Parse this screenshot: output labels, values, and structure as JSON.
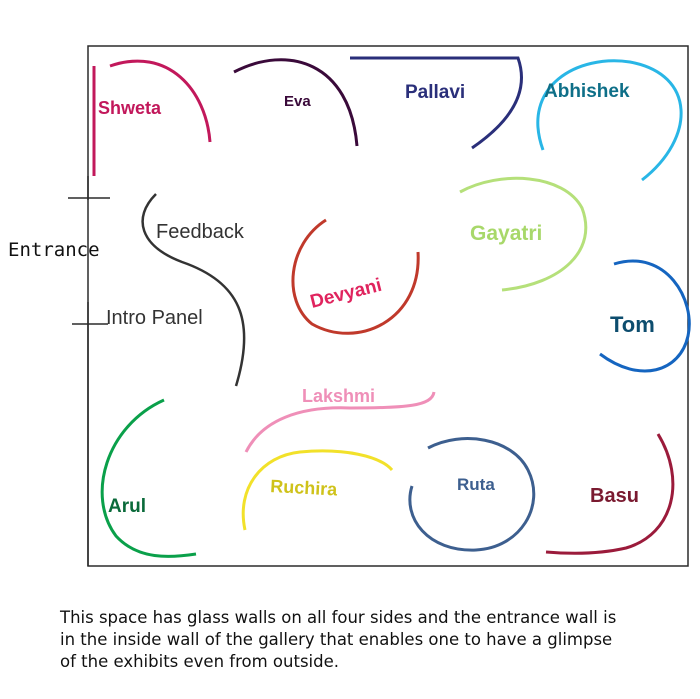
{
  "entrance_label": "Entrance",
  "features": {
    "feedback": "Feedback",
    "intro_panel": "Intro Panel"
  },
  "exhibits": {
    "shweta": "Shweta",
    "eva": "Eva",
    "pallavi": "Pallavi",
    "abhishek": "Abhishek",
    "gayatri": "Gayatri",
    "devyani": "Devyani",
    "tom": "Tom",
    "lakshmi": "Lakshmi",
    "arul": "Arul",
    "ruchira": "Ruchira",
    "ruta": "Ruta",
    "basu": "Basu"
  },
  "colors": {
    "shweta": "#c2185b",
    "eva": "#3a0a3a",
    "pallavi": "#2a2f7a",
    "abhishek": "#29b6e6",
    "gayatri": "#b5e07a",
    "devyani": "#c0392b",
    "devyani_label": "#e0245e",
    "tom": "#1565c0",
    "tom_label": "#0d4d6e",
    "lakshmi": "#ef8fb8",
    "arul": "#0aa04a",
    "ruchira": "#f2e12a",
    "ruchira_label": "#cfc21a",
    "ruta": "#3d5f8f",
    "basu": "#9b1b3b",
    "feedback_wall": "#333333"
  },
  "caption_lines": [
    "This space has glass walls on all four sides and the entrance wall is",
    "in the inside wall of the gallery that enables one to have a glimpse",
    "of the exhibits even from outside."
  ]
}
